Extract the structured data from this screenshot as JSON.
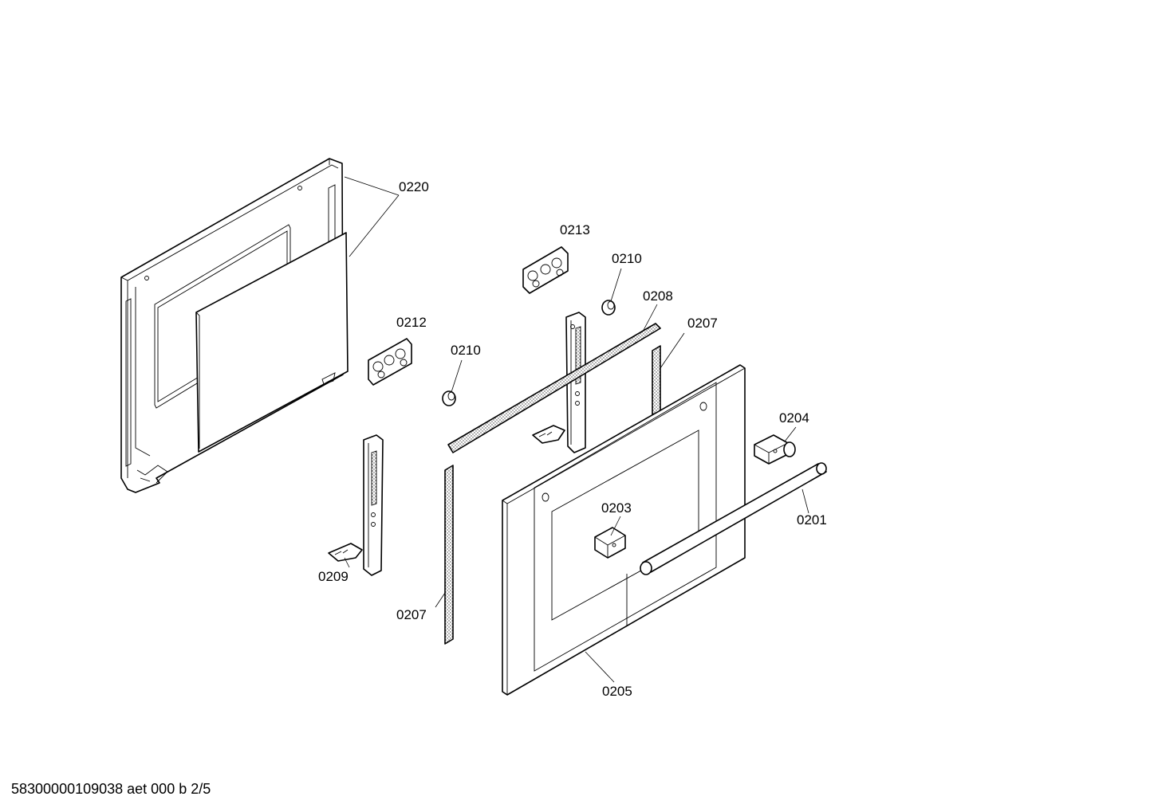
{
  "drawing": {
    "parts": [
      {
        "id": "label-0220",
        "number": "0220"
      },
      {
        "id": "label-0213",
        "number": "0213"
      },
      {
        "id": "label-0210-upper",
        "number": "0210"
      },
      {
        "id": "label-0208",
        "number": "0208"
      },
      {
        "id": "label-0207-upper",
        "number": "0207"
      },
      {
        "id": "label-0212",
        "number": "0212"
      },
      {
        "id": "label-0210-lower",
        "number": "0210"
      },
      {
        "id": "label-0204",
        "number": "0204"
      },
      {
        "id": "label-0203",
        "number": "0203"
      },
      {
        "id": "label-0201",
        "number": "0201"
      },
      {
        "id": "label-0209",
        "number": "0209"
      },
      {
        "id": "label-0207-lower",
        "number": "0207"
      },
      {
        "id": "label-0205",
        "number": "0205"
      }
    ],
    "footer_code": "58300000109038 aet 000 b 2/5"
  }
}
